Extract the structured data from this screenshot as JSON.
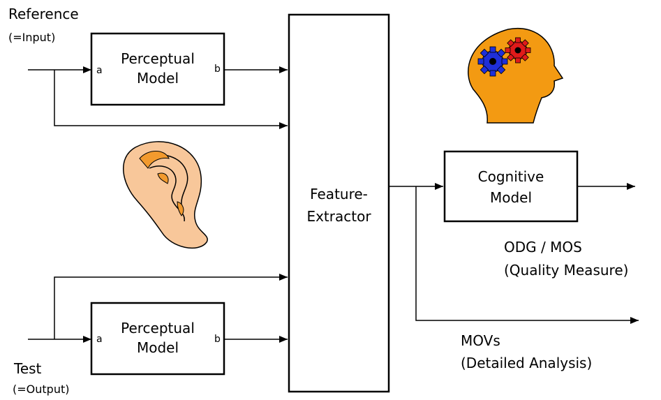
{
  "inputs": {
    "reference": {
      "label": "Reference",
      "sublabel": "(=Input)"
    },
    "test": {
      "label": "Test",
      "sublabel": "(=Output)"
    }
  },
  "boxes": {
    "perceptual_top": {
      "line1": "Perceptual",
      "line2": "Model",
      "port_in": "a",
      "port_out": "b"
    },
    "perceptual_bottom": {
      "line1": "Perceptual",
      "line2": "Model",
      "port_in": "a",
      "port_out": "b"
    },
    "feature_extractor": {
      "line1": "Feature-",
      "line2": "Extractor"
    },
    "cognitive": {
      "line1": "Cognitive",
      "line2": "Model"
    }
  },
  "outputs": {
    "odg": {
      "line1": "ODG / MOS",
      "line2": "(Quality Measure)"
    },
    "movs": {
      "line1": "MOVs",
      "line2": "(Detailed Analysis)"
    }
  },
  "icons": [
    "ear-icon",
    "head-gears-icon"
  ],
  "colors": {
    "stroke": "#000000",
    "ear_skin": "#f8c79a",
    "ear_inner": "#f29a2e",
    "head": "#f39a12",
    "gear_blue": "#1f2fd8",
    "gear_red": "#e01a1a"
  }
}
